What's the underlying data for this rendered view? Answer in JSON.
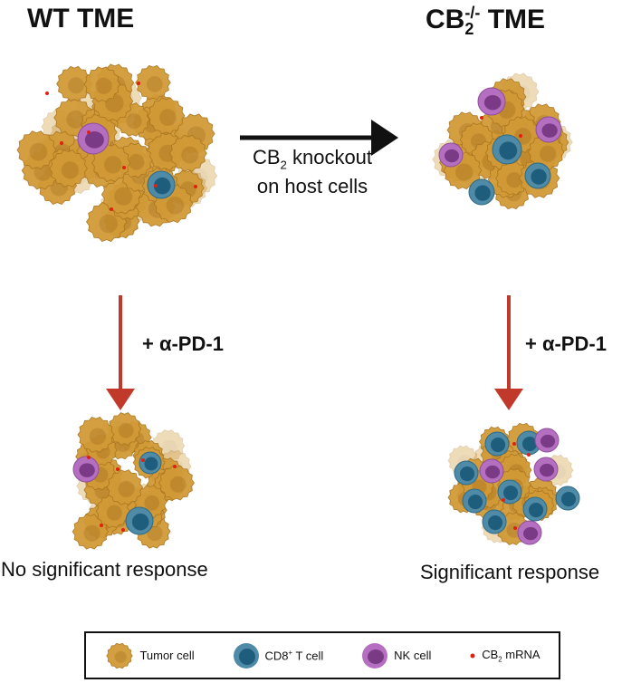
{
  "titles": {
    "wt": "WT TME",
    "ko_prefix": "CB",
    "ko_sub": "2",
    "ko_sup": "-/-",
    "ko_suffix": " TME"
  },
  "knockout_label": {
    "line1_prefix": "CB",
    "line1_sub": "2",
    "line1_suffix": " knockout",
    "line2": "on host cells"
  },
  "treatment_labels": {
    "left": "+ α-PD-1",
    "right": "+ α-PD-1"
  },
  "results": {
    "left": "No significant response",
    "right": "Significant response"
  },
  "legend": {
    "tumor": "Tumor cell",
    "cd8_prefix": "CD8",
    "cd8_sup": "+",
    "cd8_suffix": " T cell",
    "nk": "NK cell",
    "mrna_prefix": "CB",
    "mrna_sub": "2",
    "mrna_suffix": " mRNA"
  },
  "colors": {
    "tumor": "#d19a37",
    "tumor_dark": "#a9741e",
    "cd8_outer": "#4f8aa6",
    "cd8_inner": "#1f5d7d",
    "nk_outer": "#b56fc0",
    "nk_inner": "#7a3a86",
    "mrna": "#e02010",
    "black_arrow": "#111111",
    "red_arrow": "#c0392b"
  }
}
